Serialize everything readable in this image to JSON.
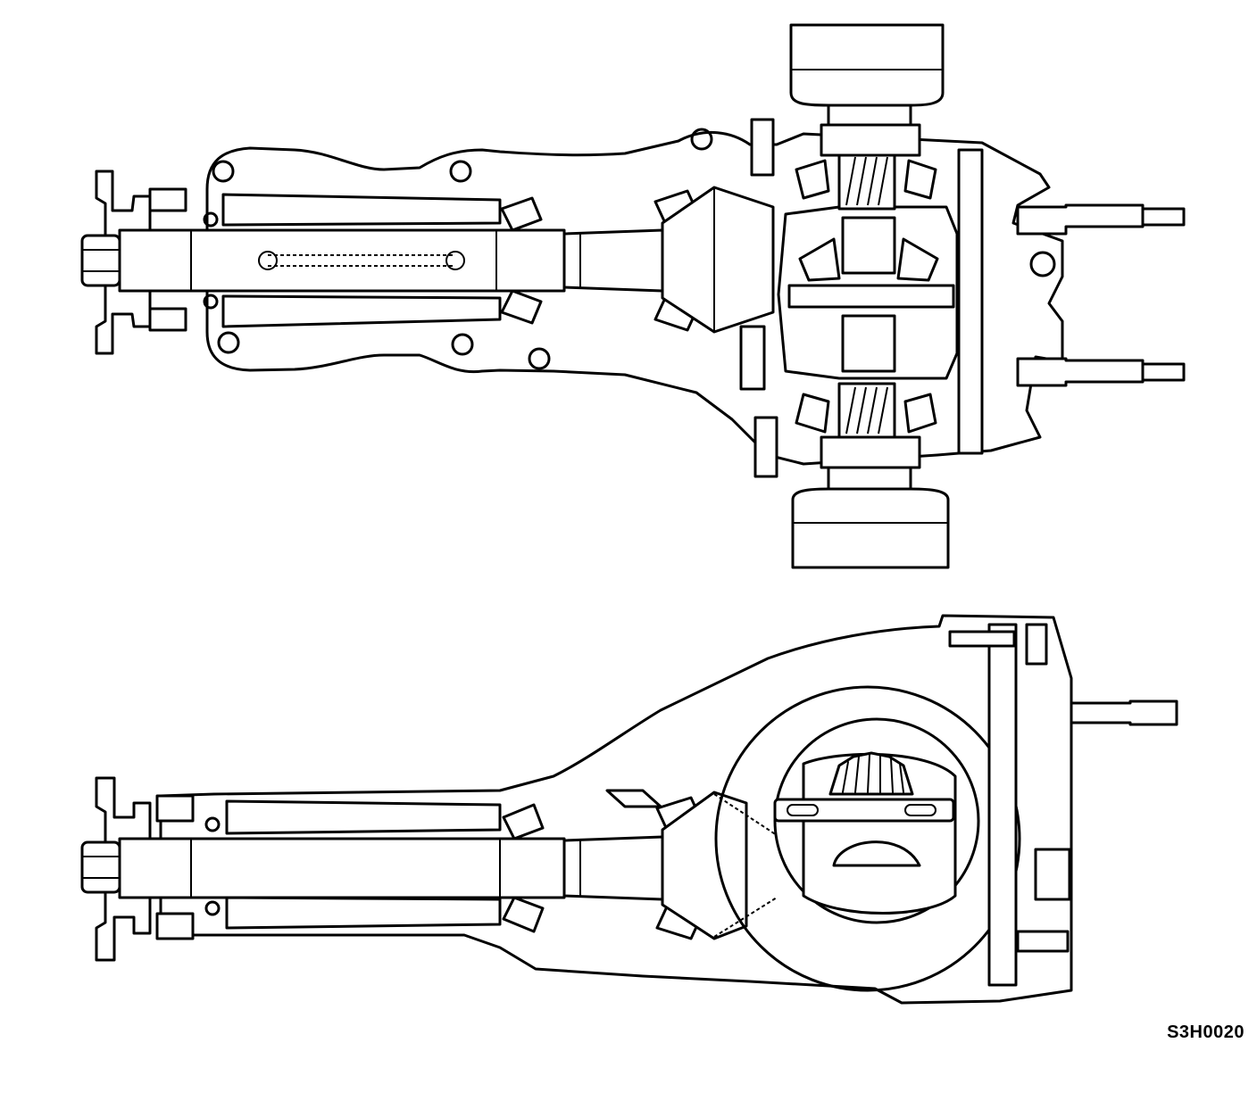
{
  "figure": {
    "code": "S3H0020"
  },
  "views": [
    "top-section-view",
    "side-view"
  ],
  "colors": {
    "line": "#000000",
    "background": "#ffffff"
  }
}
